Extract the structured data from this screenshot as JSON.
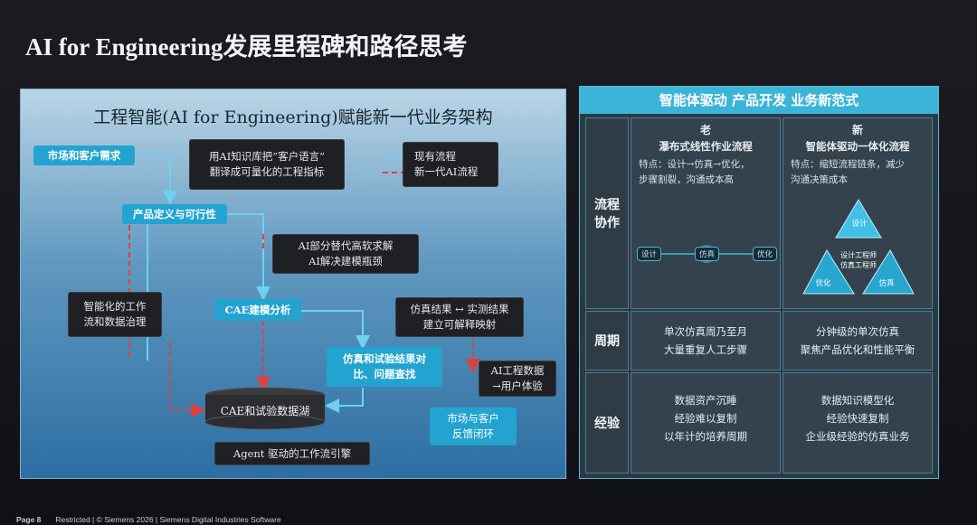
{
  "slide": {
    "title": "AI for Engineering发展里程碑和路径思考",
    "footer_page": "Page 8",
    "footer_text": "Restricted | © Siemens 2026 | Siemens Digital Industries Software"
  },
  "left_panel": {
    "title": "工程智能(AI for Engineering)赋能新一代业务架构",
    "market_box": "市场和客户需求",
    "ai_kb_box_line1": "用AI知识库把“客户语言”",
    "ai_kb_box_line2": "翻译成可量化的工程指标",
    "legend_line1": "现有流程",
    "legend_line2": "新一代AI流程",
    "product_box": "产品定义与可行性",
    "ai_replace_line1": "AI部分替代高软求解",
    "ai_replace_line2": "AI解决建模瓶颈",
    "smart_box_line1": "智能化的工作",
    "smart_box_line2": "流和数据治理",
    "cae_box": "CAE建模分析",
    "sim_result_line1": "仿真结果 ↔ 实测结果",
    "sim_result_line2": "建立可解释映射",
    "compare_line1": "仿真和试验结果对",
    "compare_line2": "比、问题查找",
    "ai_data_line1": "AI工程数据",
    "ai_data_line2": "→用户体验",
    "data_lake": "CAE和试验数据湖",
    "feedback_line1": "市场与客户",
    "feedback_line2": "反馈闭环",
    "agent_box": "Agent 驱动的工作流引擎"
  },
  "right_panel": {
    "header": "智能体驱动 产品开发 业务新范式",
    "old_label": "老",
    "new_label": "新",
    "old_title": "瀑布式线性作业流程",
    "new_title": "智能体驱动一体化流程",
    "old_desc_1": "特点：设计→仿真→优化，",
    "old_desc_2": "步骤割裂，沟通成本高",
    "new_desc_1": "特点：缩短流程链条，减少",
    "new_desc_2": "沟通决策成本",
    "row1_head_1": "流程",
    "row1_head_2": "协作",
    "old_flow": [
      "设计",
      "仿真",
      "优化"
    ],
    "tri_top": "设计",
    "tri_left": "优化",
    "tri_right": "仿真",
    "tri_center_1": "设计工程师",
    "tri_center_2": "仿真工程师",
    "row2_head": "周期",
    "old_cycle_1": "单次仿真周乃至月",
    "old_cycle_2": "大量重复人工步骤",
    "new_cycle_1": "分钟级的单次仿真",
    "new_cycle_2": "聚焦产品优化和性能平衡",
    "row3_head": "经验",
    "old_exp_1": "数据资产沉睡",
    "old_exp_2": "经验难以复制",
    "old_exp_3": "以年计的培养周期",
    "new_exp_1": "数据知识模型化",
    "new_exp_2": "经验快速复制",
    "new_exp_3": "企业级经验的仿真业务"
  },
  "colors": {
    "existing_flow": "#6fd0f0",
    "ai_flow": "#e0413b",
    "accent": "#3cb4d8"
  }
}
